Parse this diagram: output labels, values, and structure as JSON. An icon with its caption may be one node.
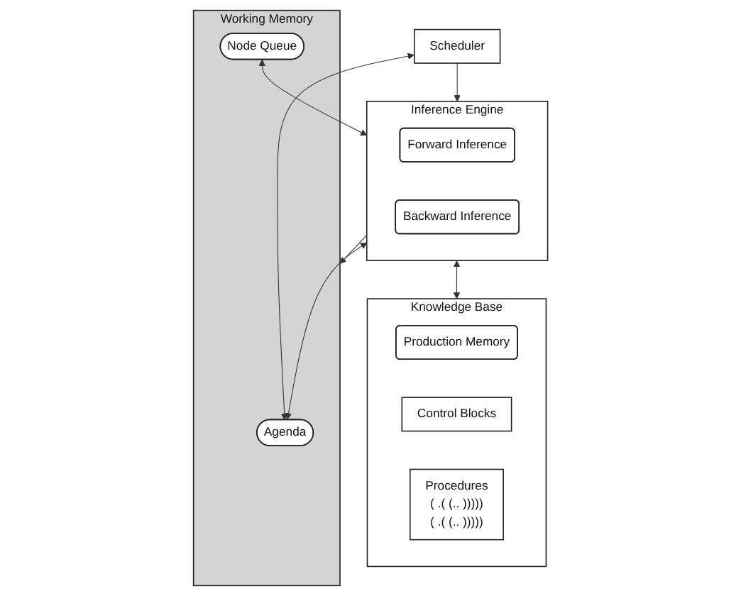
{
  "diagram": {
    "nodes": [
      {
        "text": [
          "Scheduler"
        ]
      },
      {
        "text": [
          "Working Memory"
        ]
      },
      {
        "text": [
          "Agenda"
        ],
        "in": 1
      },
      {
        "text": [
          "Node Queue"
        ],
        "in": 1
      },
      {
        "text": [
          "Inference Engine"
        ]
      },
      {
        "text": [
          "Forward Inference"
        ],
        "in": 4
      },
      {
        "text": [
          "Backward Inference"
        ],
        "in": 4
      },
      {
        "text": [
          "Knowledge Base"
        ]
      },
      {
        "text": [
          "Production Memory"
        ],
        "in": 7
      },
      {
        "text": [
          "Control Blocks"
        ],
        "in": 7
      },
      {
        "text": [
          "Procedures",
          "( .( (.. )))))",
          "( .( (.. )))))"
        ],
        "in": 7
      }
    ],
    "edges": [
      {
        "from": 0,
        "to": 2,
        "arrow": "both"
      },
      {
        "from": 0,
        "to": 4,
        "arrow": "to"
      },
      {
        "from": 2,
        "to": 4,
        "arrow": "both"
      },
      {
        "from": 4,
        "to": 1,
        "arrow": "to"
      },
      {
        "from": 3,
        "to": 4,
        "arrow": "both"
      },
      {
        "from": 4,
        "to": 7,
        "arrow": "both"
      }
    ]
  }
}
